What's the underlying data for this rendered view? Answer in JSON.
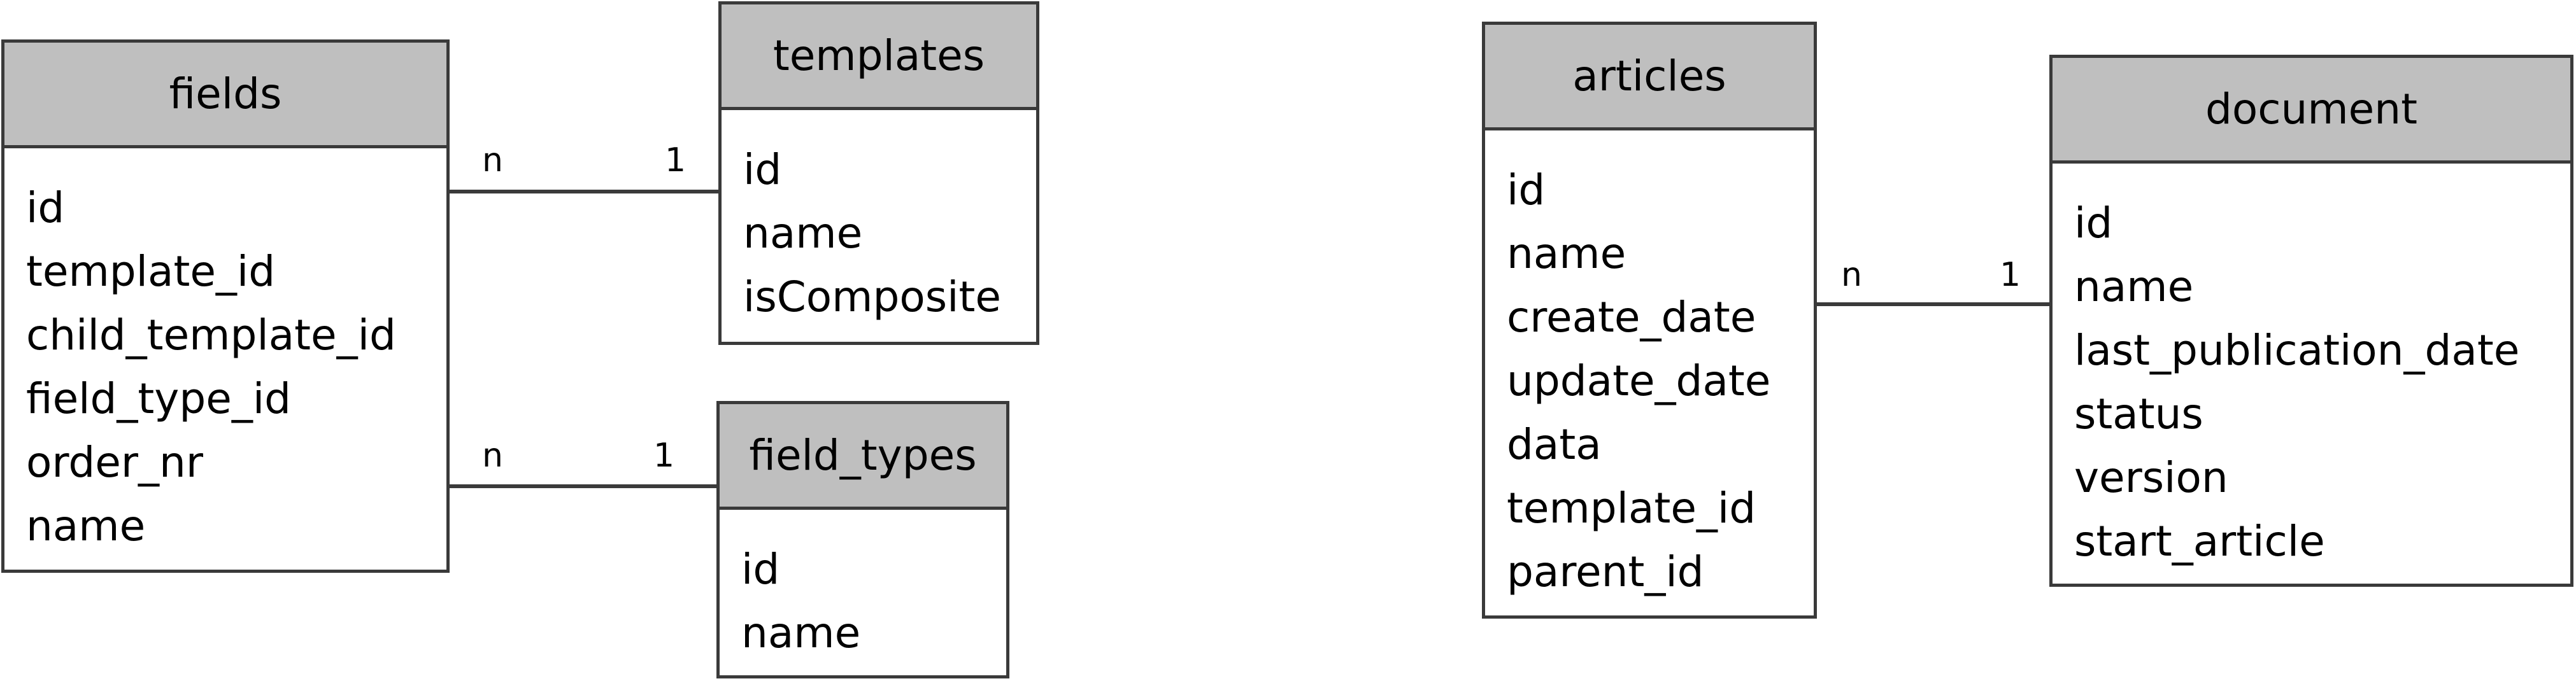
{
  "entities": {
    "fields": {
      "title": "fields",
      "fields": [
        "id",
        "template_id",
        "child_template_id",
        "field_type_id",
        "order_nr",
        "name"
      ]
    },
    "templates": {
      "title": "templates",
      "fields": [
        "id",
        "name",
        "isComposite"
      ]
    },
    "field_types": {
      "title": "field_types",
      "fields": [
        "id",
        "name"
      ]
    },
    "articles": {
      "title": "articles",
      "fields": [
        "id",
        "name",
        "create_date",
        "update_date",
        "data",
        "template_id",
        "parent_id"
      ]
    },
    "document": {
      "title": "document",
      "fields": [
        "id",
        "name",
        "last_publication_date",
        "status",
        "version",
        "start_article"
      ]
    }
  },
  "relationships": [
    {
      "from": "fields",
      "to": "templates",
      "from_cardinality": "n",
      "to_cardinality": "1"
    },
    {
      "from": "fields",
      "to": "field_types",
      "from_cardinality": "n",
      "to_cardinality": "1"
    },
    {
      "from": "articles",
      "to": "document",
      "from_cardinality": "n",
      "to_cardinality": "1"
    }
  ],
  "colors": {
    "header_fill": "#bfbfbf",
    "border": "#3a3a3a",
    "line": "#3a3a3a",
    "background": "#ffffff"
  }
}
